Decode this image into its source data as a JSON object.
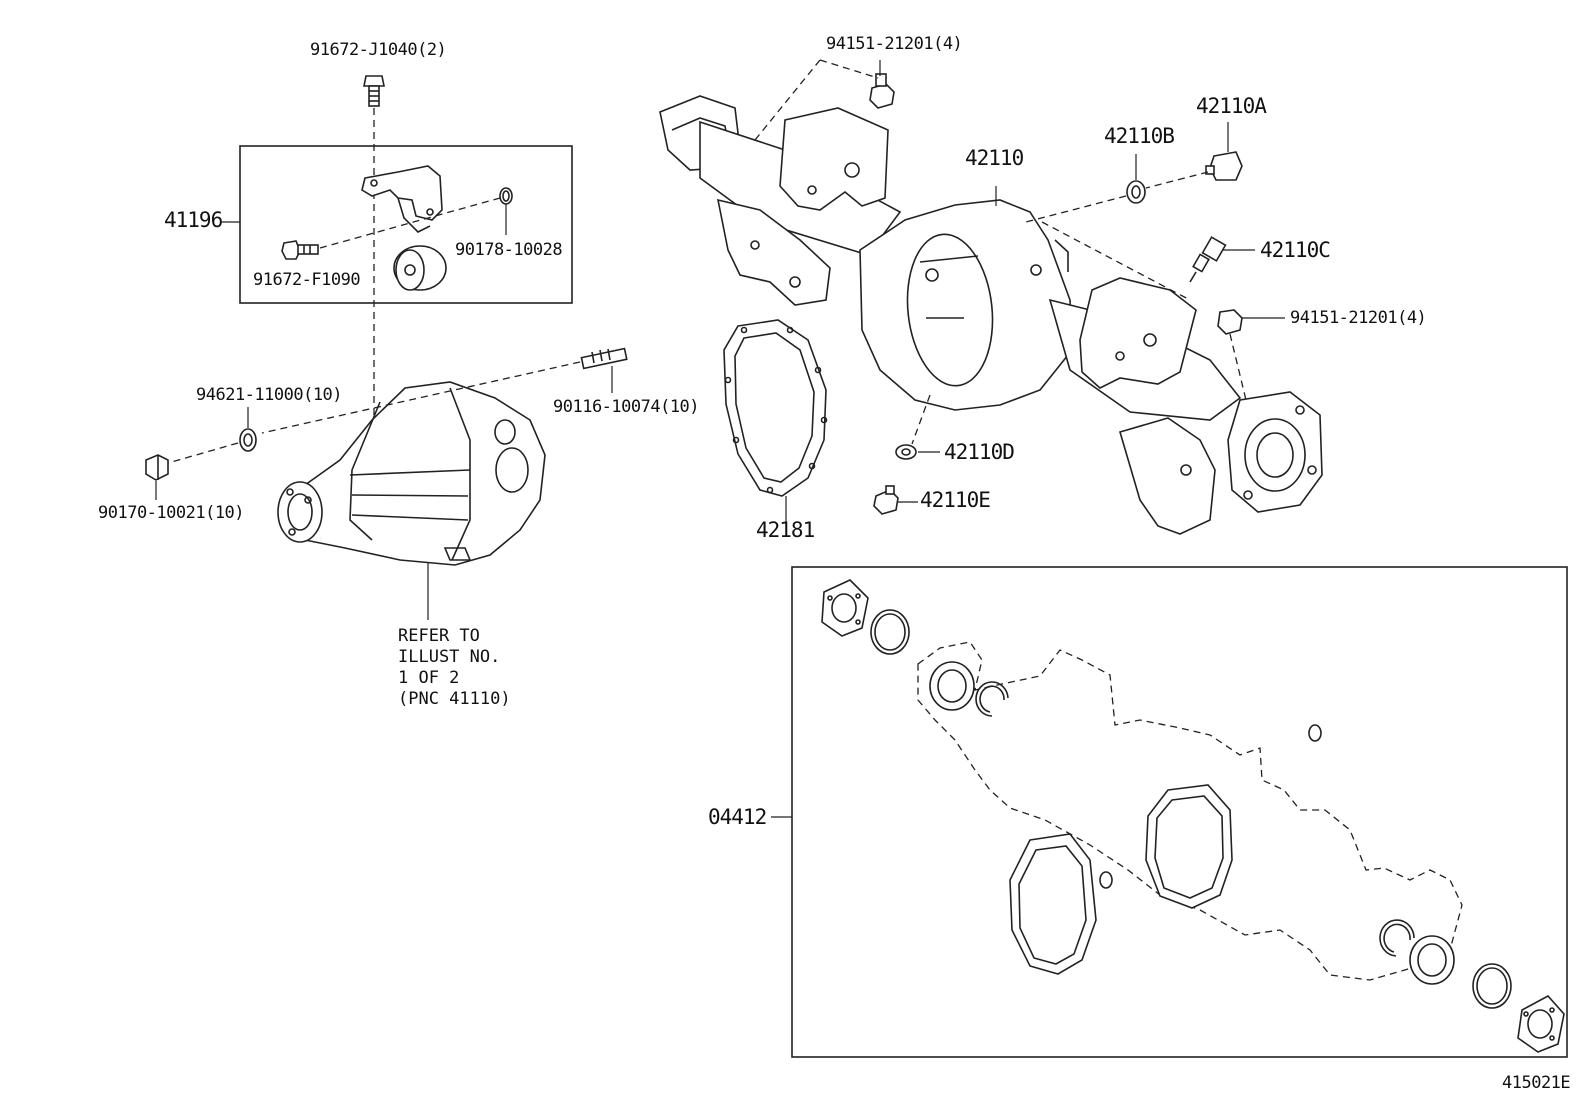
{
  "labels": {
    "p91672_j1040": "91672-J1040(2)",
    "p41196": "41196",
    "p91672_f1090": "91672-F1090",
    "p90178_10028": "90178-10028",
    "p94621_11000": "94621-11000(10)",
    "p90116_10074": "90116-10074(10)",
    "p90170_10021": "90170-10021(10)",
    "p94151_21201_top": "94151-21201(4)",
    "p42110": "42110",
    "p42110b": "42110B",
    "p42110a": "42110A",
    "p42110c": "42110C",
    "p94151_21201_right": "94151-21201(4)",
    "p42110d": "42110D",
    "p42110e": "42110E",
    "p42181": "42181",
    "p04412": "04412",
    "illustration_id": "415021E"
  },
  "refer_note": {
    "line1": "REFER TO",
    "line2": "ILLUST NO.",
    "line3": "1 OF 2",
    "line4": "(PNC 41110)"
  }
}
